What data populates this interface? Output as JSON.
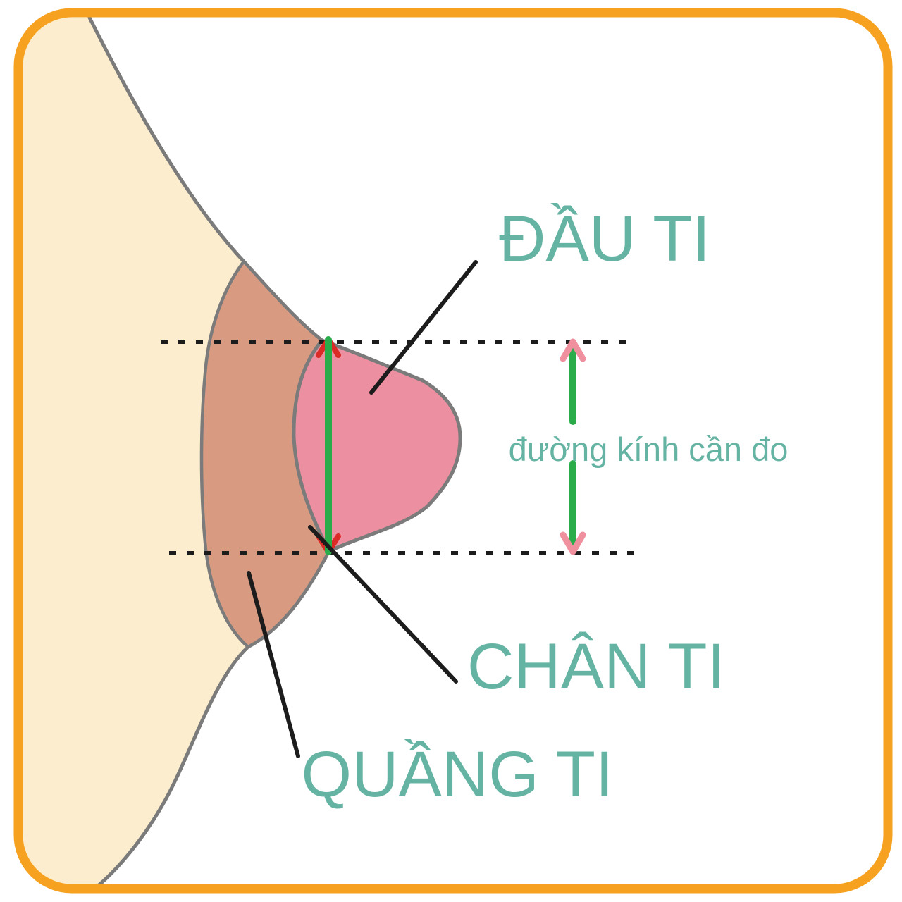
{
  "figure": {
    "title": "nipple measurement diagram",
    "labels": {
      "nipple_tip": "ĐẦU TI",
      "nipple_base": "CHÂN TI",
      "areola": "QUẦNG TI",
      "measure_caption": "đường kính cần đo"
    },
    "colors": {
      "border_orange": "#F6A11F",
      "breast_skin": "#FBEDCD",
      "areola": "#D89B82",
      "nipple": "#EC8FA0",
      "outline_gray": "#7B7B7B",
      "measure_green": "#2BAC4B",
      "arrow_red": "#DB2B26",
      "arrow_pink": "#F0909F",
      "label_teal": "#65B4A3",
      "guide_black": "#1C1C1C"
    }
  }
}
